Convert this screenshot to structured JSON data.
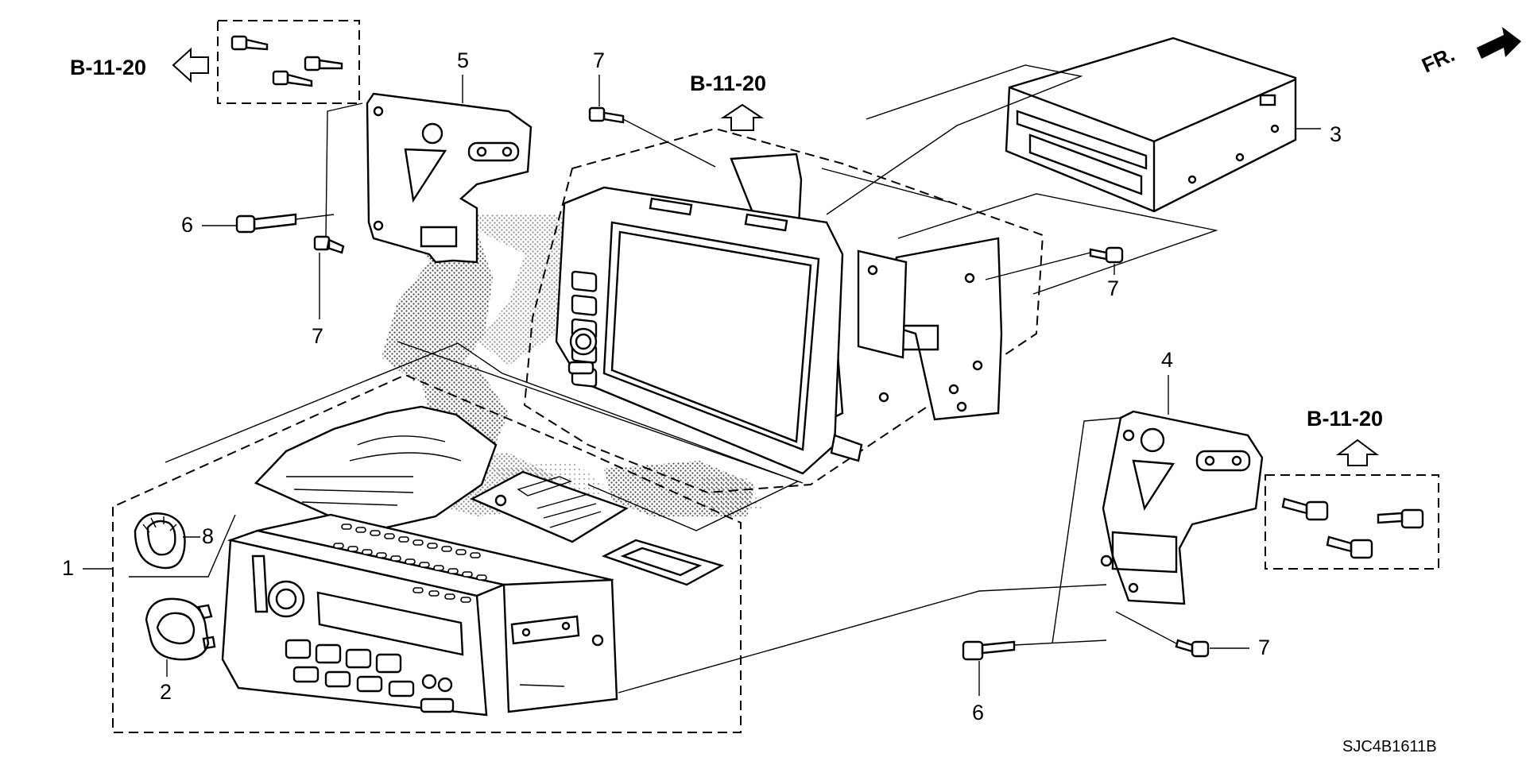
{
  "diagram": {
    "ref_label": "B-11-20",
    "direction_label": "FR.",
    "diagram_code": "SJC4B1611B",
    "callouts": {
      "c1": "1",
      "c2": "2",
      "c3": "3",
      "c4": "4",
      "c5": "5",
      "c6_left": "6",
      "c6_bottom": "6",
      "c7_top": "7",
      "c7_left": "7",
      "c7_right": "7",
      "c7_bottom": "7",
      "c8": "8"
    }
  }
}
